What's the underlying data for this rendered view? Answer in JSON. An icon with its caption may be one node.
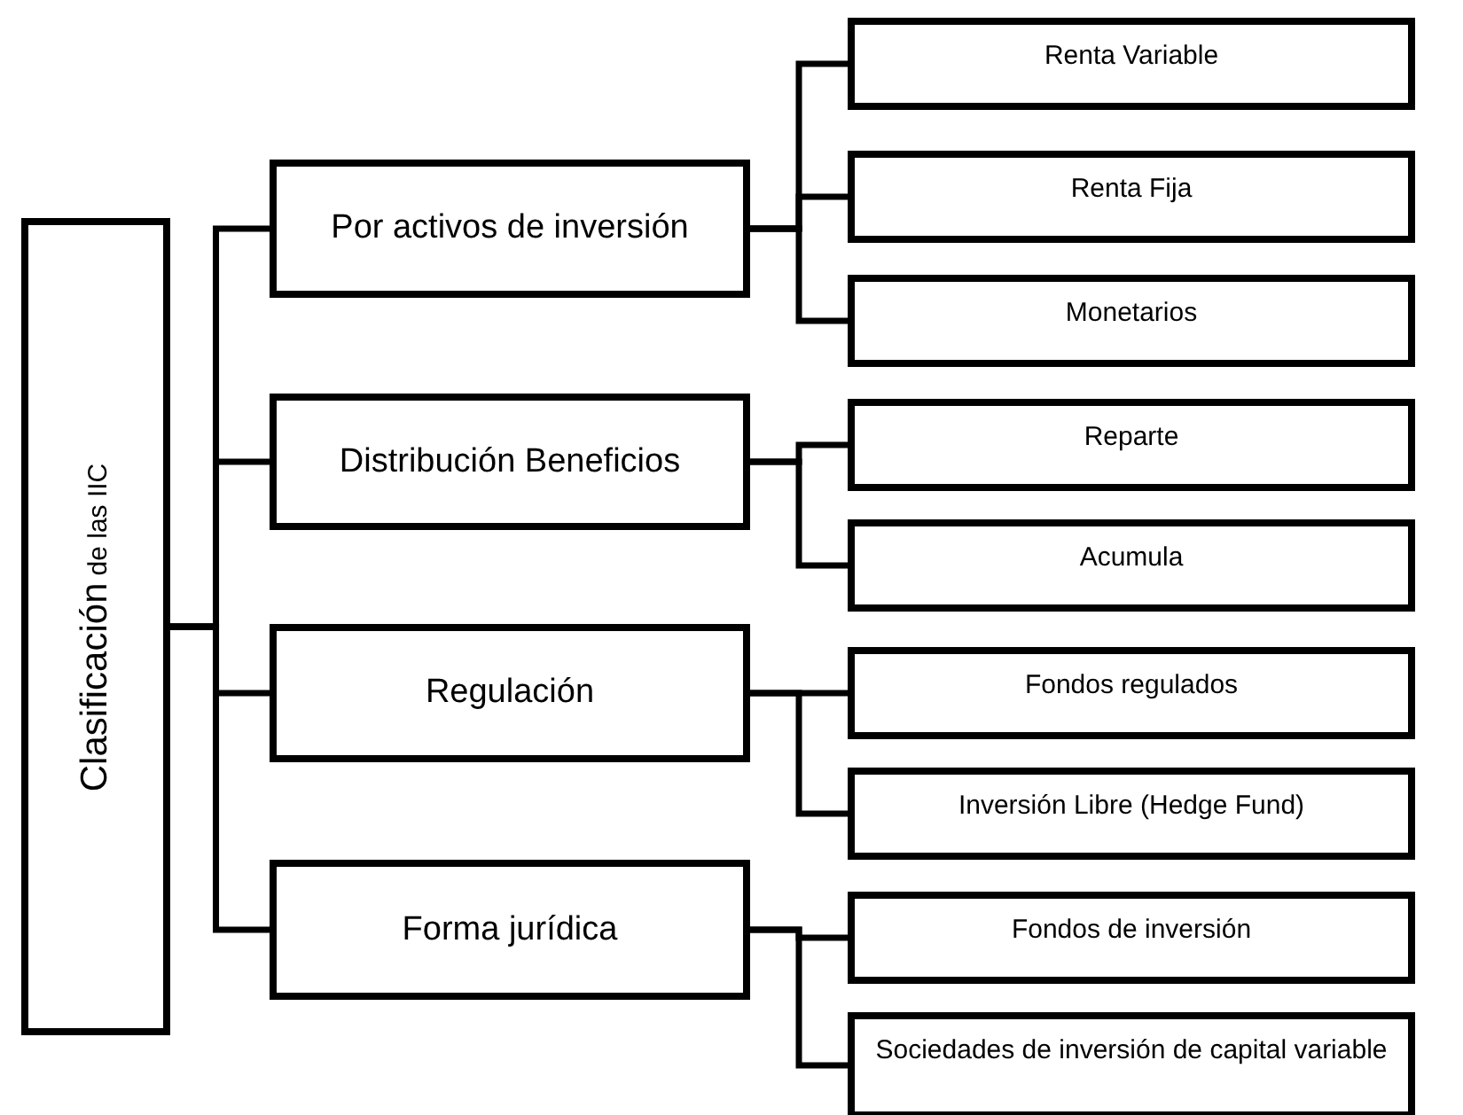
{
  "diagram": {
    "nodes": [
      {
        "text": [
          "Clasificación",
          "de las IIC"
        ]
      },
      {
        "text": [
          "Por activos de inversión"
        ]
      },
      {
        "text": [
          "Renta Variable"
        ]
      },
      {
        "text": [
          "Renta Fija"
        ]
      },
      {
        "text": [
          "Monetarios"
        ]
      },
      {
        "text": [
          "Distribución Beneficios"
        ]
      },
      {
        "text": [
          "Reparte"
        ]
      },
      {
        "text": [
          "Acumula"
        ]
      },
      {
        "text": [
          "Regulación"
        ]
      },
      {
        "text": [
          "Fondos regulados"
        ]
      },
      {
        "text": [
          "Inversión Libre (Hedge Fund)"
        ]
      },
      {
        "text": [
          "Forma jurídica"
        ]
      },
      {
        "text": [
          "Fondos de inversión"
        ]
      },
      {
        "text": [
          "Sociedades de inversión de capital variable"
        ]
      }
    ],
    "edges": [
      {
        "from": 0,
        "to": 1,
        "arrow": "none"
      },
      {
        "from": 0,
        "to": 5,
        "arrow": "none"
      },
      {
        "from": 0,
        "to": 8,
        "arrow": "none"
      },
      {
        "from": 0,
        "to": 11,
        "arrow": "none"
      },
      {
        "from": 1,
        "to": 2,
        "arrow": "none"
      },
      {
        "from": 1,
        "to": 3,
        "arrow": "none"
      },
      {
        "from": 1,
        "to": 4,
        "arrow": "none"
      },
      {
        "from": 5,
        "to": 6,
        "arrow": "none"
      },
      {
        "from": 5,
        "to": 7,
        "arrow": "none"
      },
      {
        "from": 8,
        "to": 9,
        "arrow": "none"
      },
      {
        "from": 8,
        "to": 10,
        "arrow": "none"
      },
      {
        "from": 11,
        "to": 12,
        "arrow": "none"
      },
      {
        "from": 11,
        "to": 13,
        "arrow": "none"
      }
    ]
  }
}
